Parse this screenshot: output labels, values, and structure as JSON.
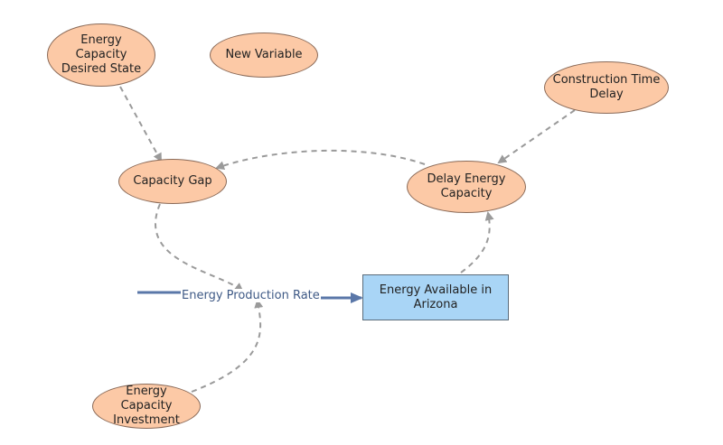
{
  "nodes": {
    "energy_capacity_desired_state": "Energy Capacity Desired State",
    "new_variable": "New Variable",
    "construction_time_delay": "Construction Time Delay",
    "capacity_gap": "Capacity Gap",
    "delay_energy_capacity": "Delay Energy Capacity",
    "energy_capacity_investment": "Energy Capacity Investment"
  },
  "stock": {
    "energy_available_in_arizona": "Energy Available in Arizona"
  },
  "flow": {
    "energy_production_rate": "Energy Production Rate"
  },
  "colors": {
    "variable_fill": "#fcc9a6",
    "variable_border": "#8a6a58",
    "stock_fill": "#a9d5f6",
    "flow_color": "#5a77a8",
    "link_color": "#9a9a9a"
  }
}
